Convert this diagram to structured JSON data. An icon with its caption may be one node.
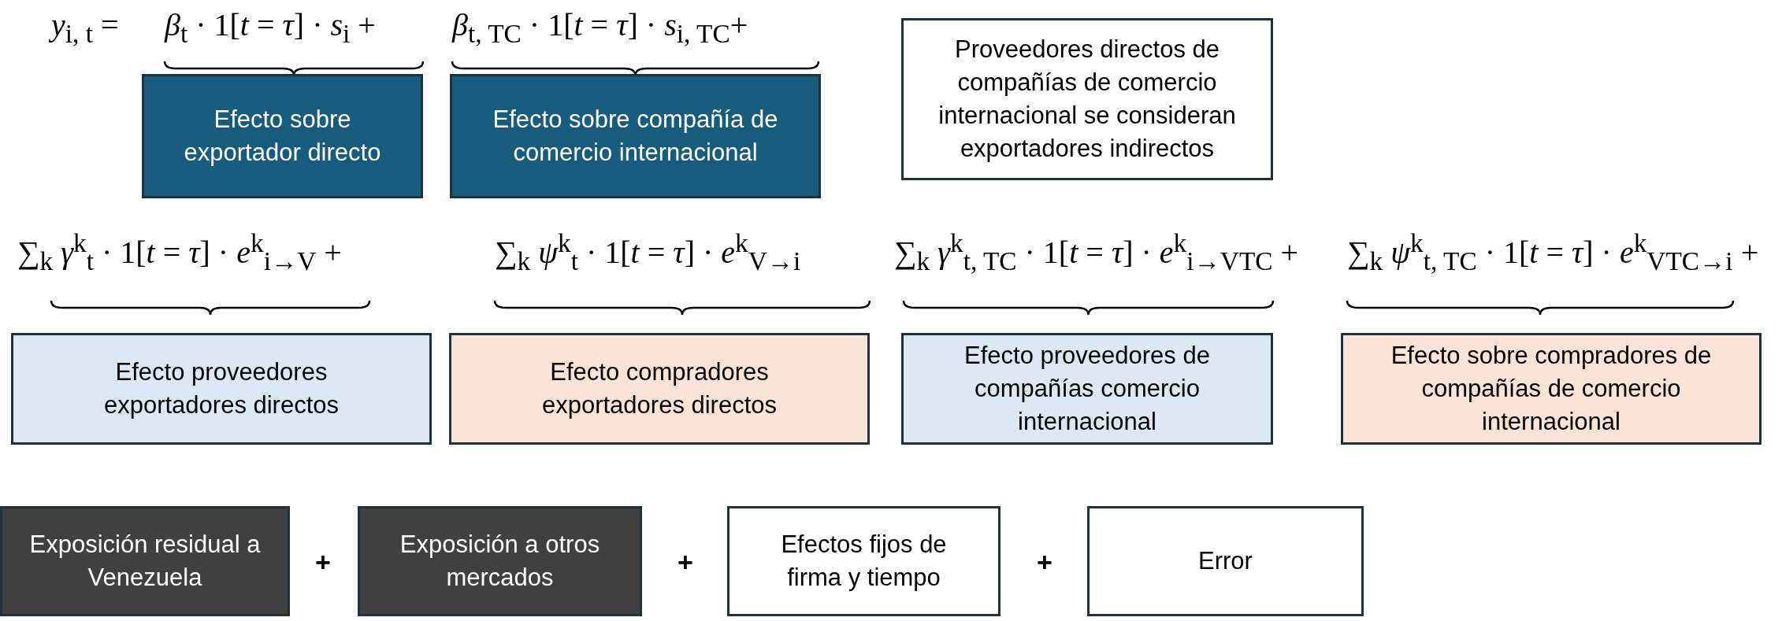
{
  "diagram": {
    "nodes": [
      {
        "text": [
          "Efecto sobre exportador directo"
        ]
      },
      {
        "text": [
          "Efecto sobre compañía de comercio internacional"
        ]
      },
      {
        "text": [
          "Proveedores directos de compañías de comercio internacional se consideran exportadores indirectos"
        ]
      },
      {
        "text": [
          "Efecto proveedores exportadores directos"
        ]
      },
      {
        "text": [
          "Efecto compradores exportadores directos"
        ]
      },
      {
        "text": [
          "Efecto proveedores de compañías comercio internacional"
        ]
      },
      {
        "text": [
          "Efecto sobre compradores de compañías de comercio internacional"
        ]
      },
      {
        "text": [
          "Exposición residual a Venezuela"
        ]
      },
      {
        "text": [
          "Exposición a otros mercados"
        ]
      },
      {
        "text": [
          "Efectos fijos de firma y tiempo"
        ]
      },
      {
        "text": [
          "Error"
        ]
      }
    ],
    "edges": [],
    "labels": [
      "*y*$_{i, t}$ =",
      "*β*$_{t}$ · 1[*t* = *τ*] · *s*$_{i}$ +",
      "*β*$_{t, TC}$ · 1[*t* = *τ*] · *s*$_{i, TC}$+",
      "∑$_{k}$ *γ*$^{k}$$_{t}$ · 1[*t* = *τ*] · *e*$^{k}$$_{i→V}$ +",
      "∑$_{k}$ *ψ*$^{k}$$_{t}$ · 1[*t* = *τ*] · *e*$^{k}$$_{V→i}$",
      "∑$_{k}$ *γ*$^{k}$$_{t, TC}$ · 1[*t* = *τ*] · *e*$^{k}$$_{i→V}$$_{TC}$ +",
      "∑$_{k}$ *ψ*$^{k}$$_{t, TC}$ · 1[*t* = *τ*] · *e*$^{k}$$_{V}$$_{TC→i}$ +",
      "+",
      "+",
      "+"
    ]
  }
}
